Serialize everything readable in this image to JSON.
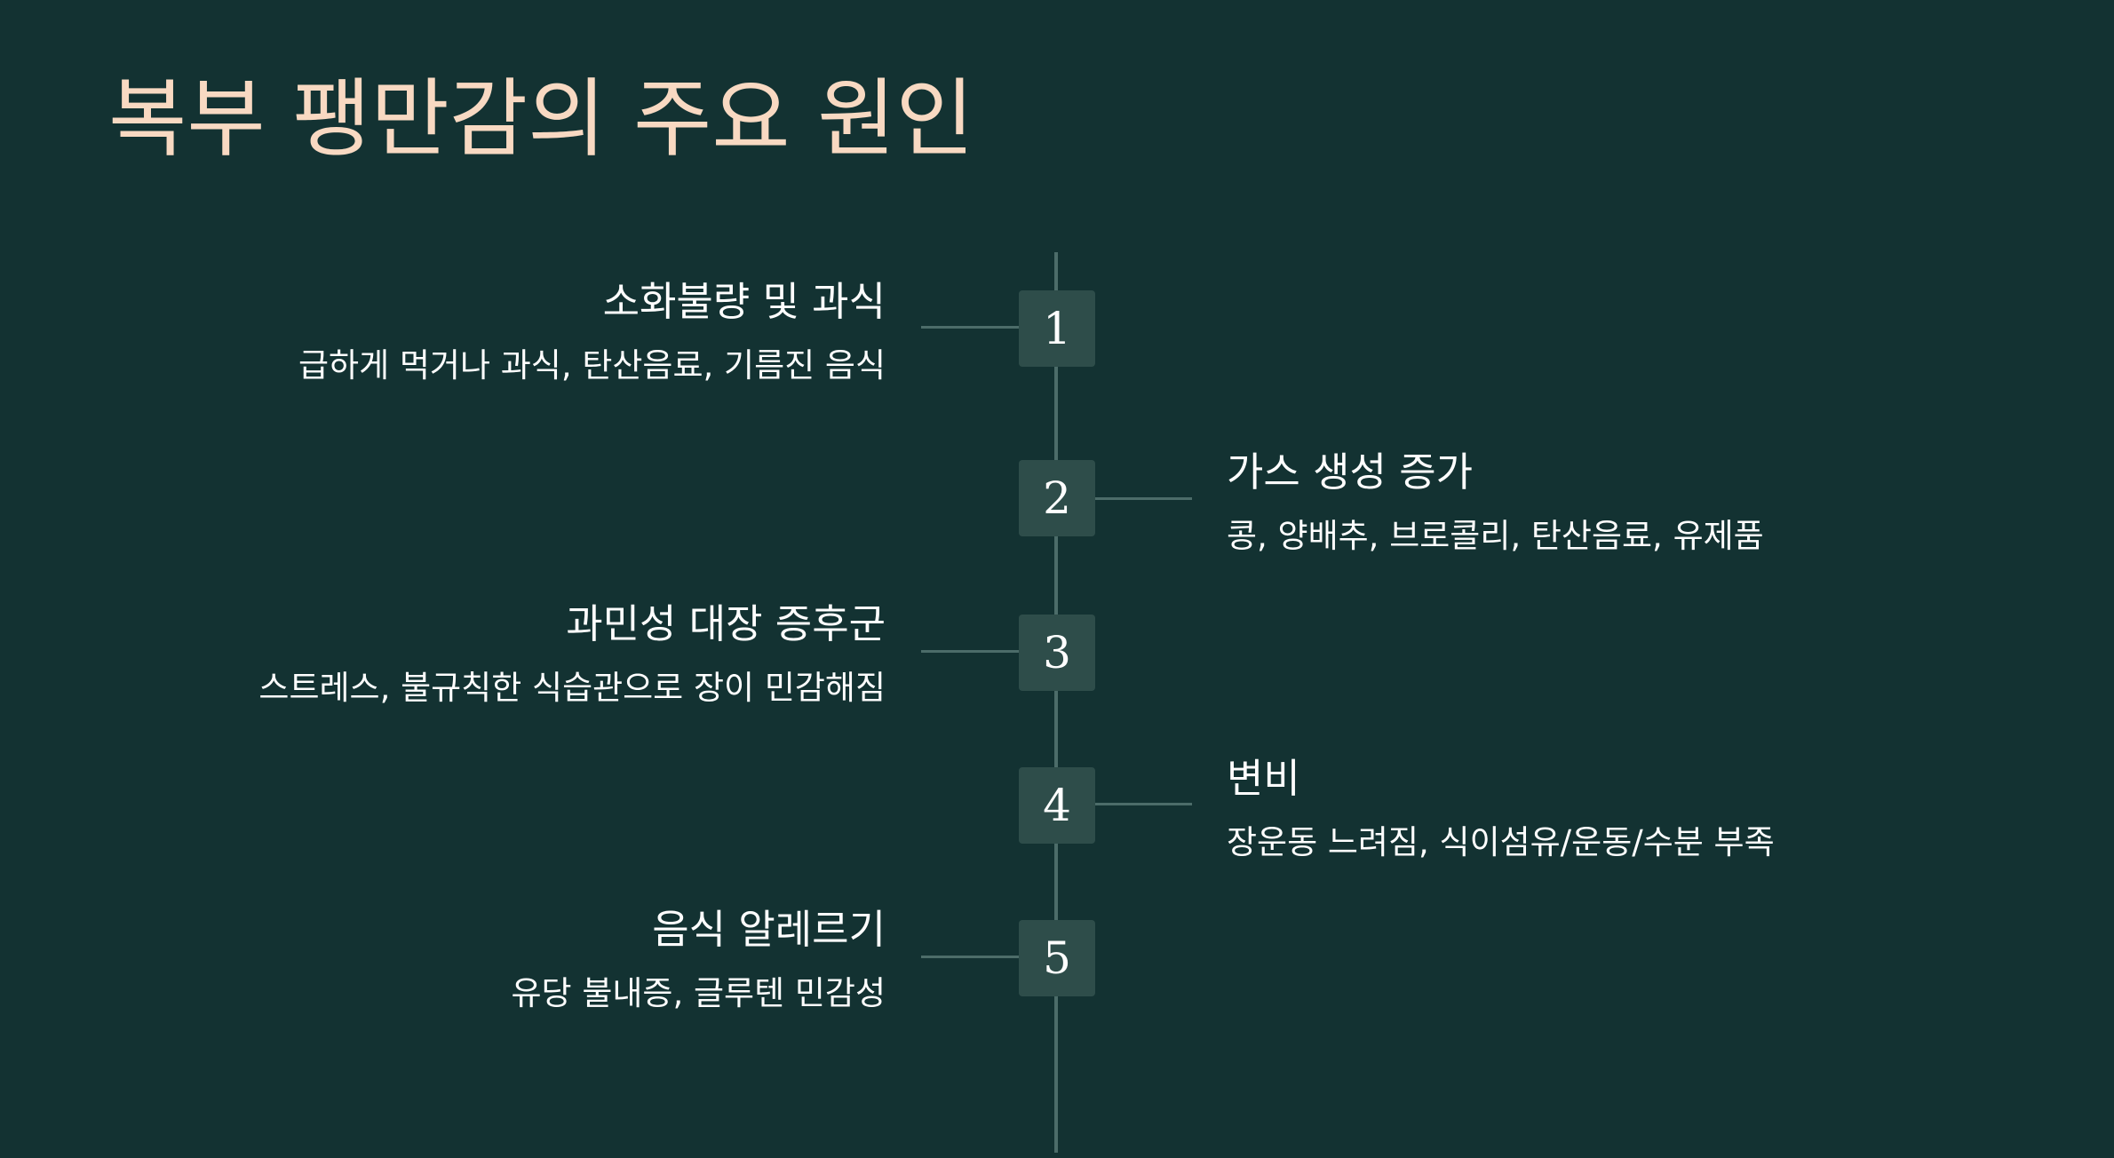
{
  "title": "복부 팽만감의 주요 원인",
  "items": [
    {
      "number": "1",
      "title": "소화불량 및 과식",
      "description": "급하게 먹거나 과식, 탄산음료, 기름진 음식"
    },
    {
      "number": "2",
      "title": "가스 생성 증가",
      "description": "콩, 양배추, 브로콜리, 탄산음료, 유제품"
    },
    {
      "number": "3",
      "title": "과민성 대장 증후군",
      "description": "스트레스, 불규칙한 식습관으로 장이 민감해짐"
    },
    {
      "number": "4",
      "title": "변비",
      "description": "장운동 느려짐, 식이섬유/운동/수분 부족"
    },
    {
      "number": "5",
      "title": "음식 알레르기",
      "description": "유당 불내증, 글루텐 민감성"
    }
  ],
  "colors": {
    "background": "#133232",
    "title": "#f8d9c2",
    "node": "#2e4d4a",
    "line": "#4c6c69",
    "text": "#ffffff"
  }
}
